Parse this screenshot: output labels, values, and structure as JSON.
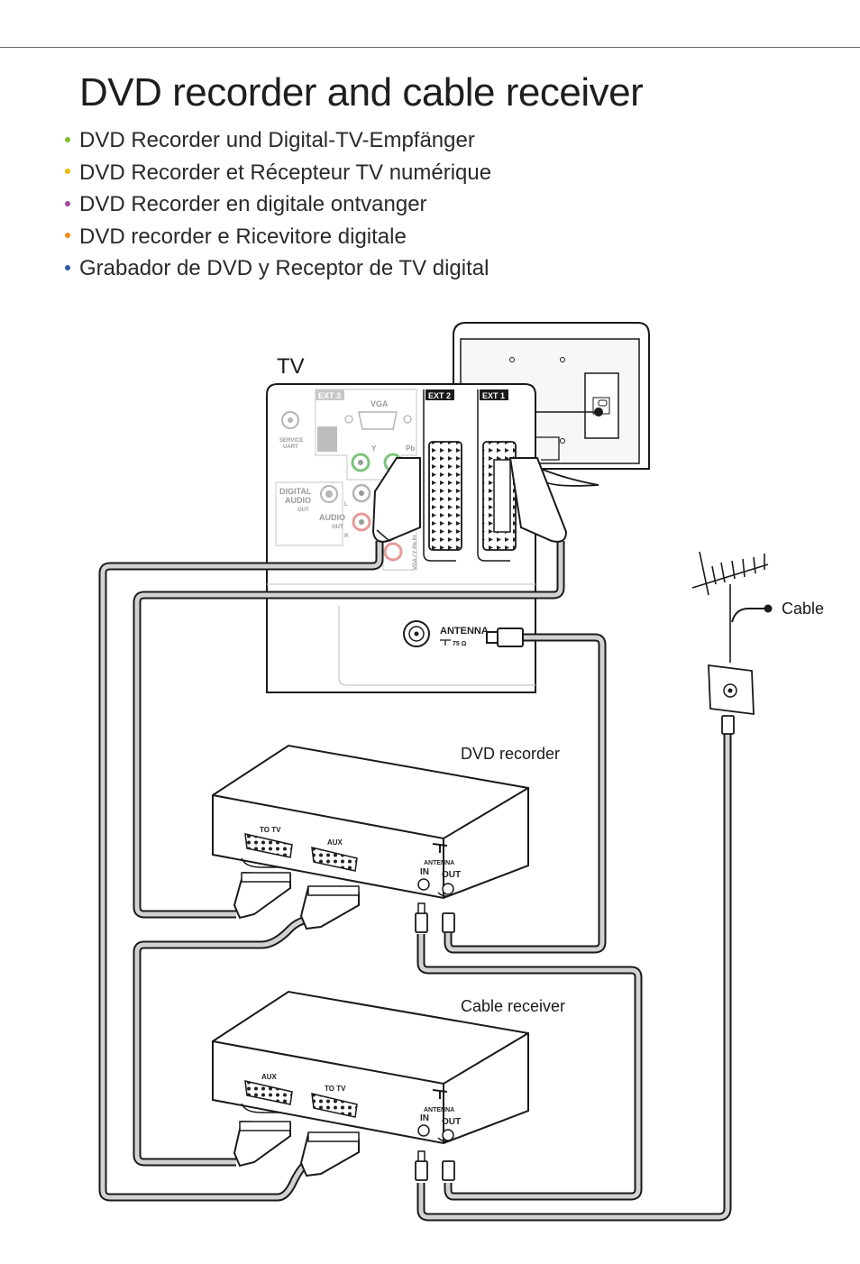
{
  "page": {
    "title": "DVD recorder and cable receiver",
    "bullets": [
      {
        "text": "DVD Recorder und Digital-TV-Empfänger",
        "color": "#7dbb2c"
      },
      {
        "text": "DVD Recorder et Récepteur TV numérique",
        "color": "#e6b800"
      },
      {
        "text": "DVD Recorder en digitale ontvanger",
        "color": "#a048a0"
      },
      {
        "text": "DVD recorder e Ricevitore digitale",
        "color": "#f28c1a"
      },
      {
        "text": "Grabador de DVD y Receptor de TV digital",
        "color": "#2f5aa8"
      }
    ]
  },
  "diagram": {
    "tv_label": "TV",
    "tv_panel": {
      "ext3": "EXT 3",
      "vga": "VGA",
      "ext2": "EXT 2",
      "ext1": "EXT 1",
      "service": "SERVICE",
      "uart": "UART",
      "y": "Y",
      "pb": "Pb",
      "l": "L",
      "r": "R",
      "digital": "DIGITAL",
      "audio": "AUDIO",
      "out": "OUT",
      "audio_out": "AUDIO",
      "out2": "OUT",
      "vga_side": "VGA / Y Pb Pr",
      "antenna": "ANTENNA",
      "ohm": "75 Ω"
    },
    "cable_label": "Cable",
    "dvd_recorder": {
      "label": "DVD recorder",
      "to_tv": "TO TV",
      "aux": "AUX",
      "antenna": "ANTENNA",
      "in": "IN",
      "out": "OUT"
    },
    "cable_receiver": {
      "label": "Cable receiver",
      "aux": "AUX",
      "to_tv": "TO TV",
      "antenna": "ANTENNA",
      "in": "IN",
      "out": "OUT"
    }
  }
}
